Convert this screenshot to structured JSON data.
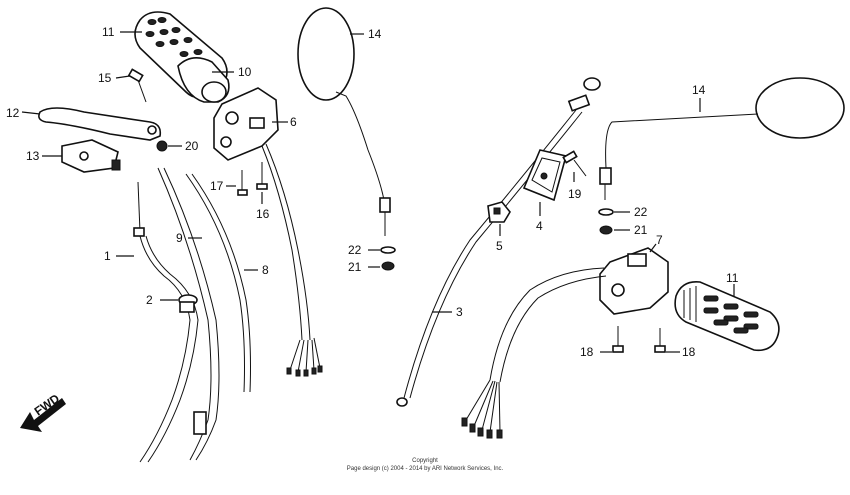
{
  "diagram": {
    "fwd_label": "FWD",
    "parts": {
      "p1": "1",
      "p2": "2",
      "p3": "3",
      "p4": "4",
      "p5": "5",
      "p6": "6",
      "p7": "7",
      "p8": "8",
      "p9": "9",
      "p10": "10",
      "p11a": "11",
      "p11b": "11",
      "p12": "12",
      "p13": "13",
      "p14a": "14",
      "p14b": "14",
      "p15": "15",
      "p16": "16",
      "p17": "17",
      "p18a": "18",
      "p18b": "18",
      "p19": "19",
      "p20": "20",
      "p21a": "21",
      "p21b": "21",
      "p22a": "22",
      "p22b": "22"
    }
  },
  "footer": {
    "line1": "Copyright",
    "line2": "Page design (c) 2004 - 2014 by ARI Network Services, Inc."
  }
}
